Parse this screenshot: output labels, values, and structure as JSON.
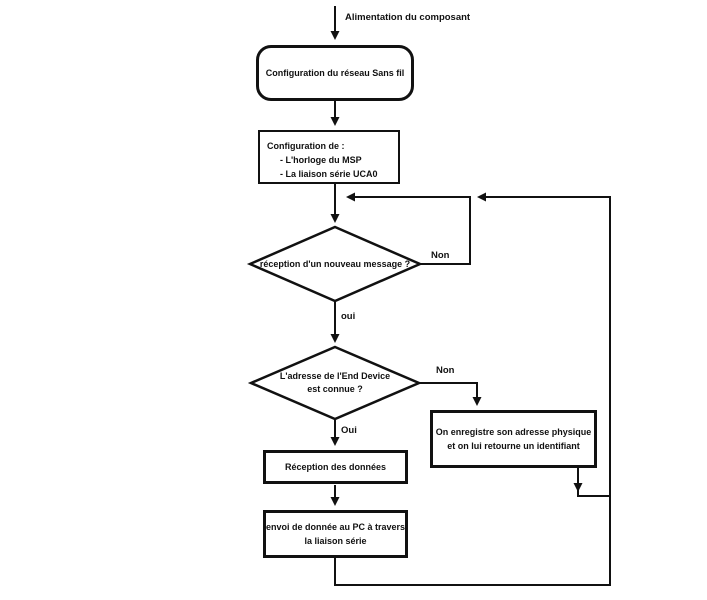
{
  "flowchart": {
    "start_label": "Alimentation du composant",
    "config_wireless": {
      "label": "Configuration du réseau Sans fil"
    },
    "config_msp": {
      "title": "Configuration de :",
      "item1": "- L'horloge du MSP",
      "item2": "- La liaison série UCA0"
    },
    "decision_message": {
      "label": "réception d'un nouveau message ?",
      "no": "Non",
      "yes": "oui"
    },
    "decision_address": {
      "line1": "L'adresse de l'End Device",
      "line2": "est connue ?",
      "no": "Non",
      "yes": "Oui"
    },
    "register": {
      "line1": "On enregistre son adresse physique",
      "line2": "et on lui retourne un identifiant"
    },
    "reception": {
      "label": "Réception des données"
    },
    "send": {
      "line1": "envoi de donnée au PC à travers",
      "line2": "la liaison série"
    }
  }
}
